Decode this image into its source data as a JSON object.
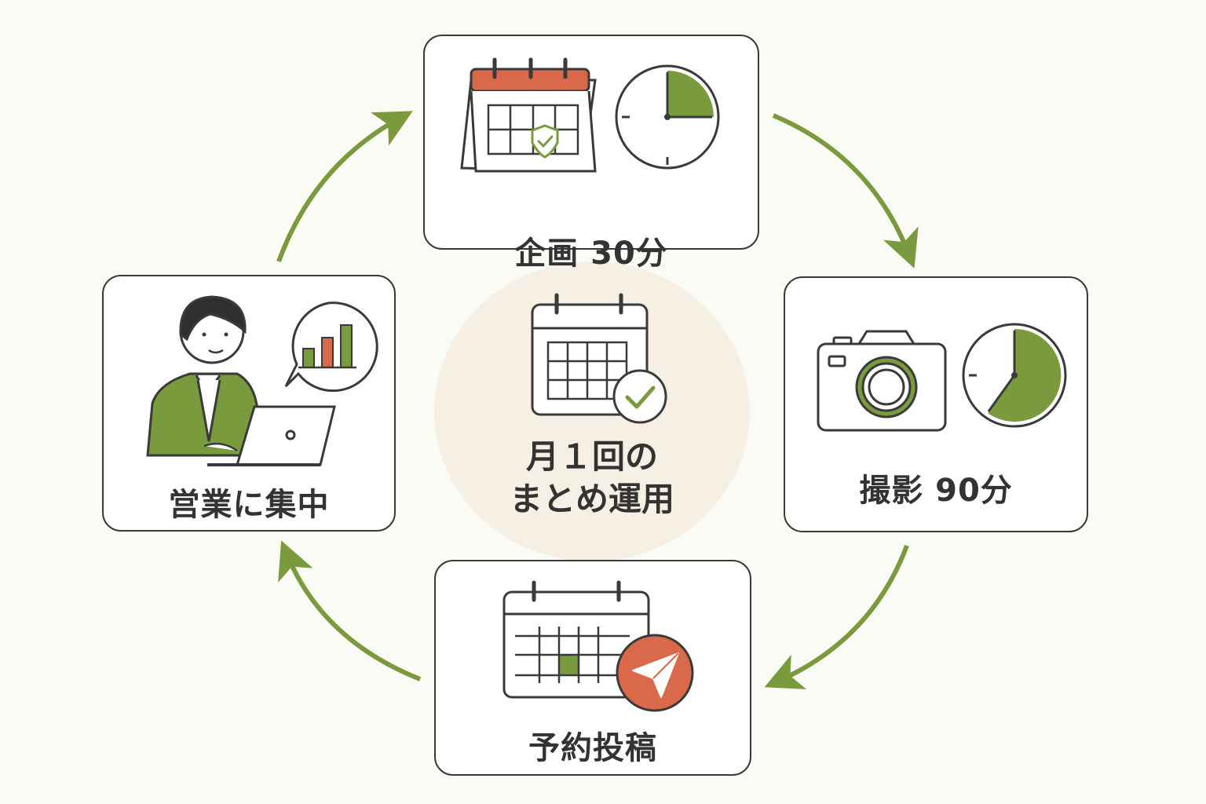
{
  "center": {
    "line1": "月１回の",
    "line2": "まとめ運用"
  },
  "steps": [
    {
      "label": "企画 30分",
      "icons": [
        "calendar-icon",
        "clock-icon"
      ]
    },
    {
      "label": "撮影 90分",
      "icons": [
        "camera-icon",
        "clock-icon"
      ]
    },
    {
      "label": "予約投稿",
      "icons": [
        "calendar-icon",
        "paper-plane-icon"
      ]
    },
    {
      "label": "営業に集中",
      "icons": [
        "person-icon",
        "laptop-icon",
        "bar-chart-icon"
      ]
    }
  ],
  "colors": {
    "accent_green": "#7a9a3e",
    "accent_orange": "#d9694a",
    "center_fill": "#f6efe4",
    "ink": "#3a3a3a"
  }
}
